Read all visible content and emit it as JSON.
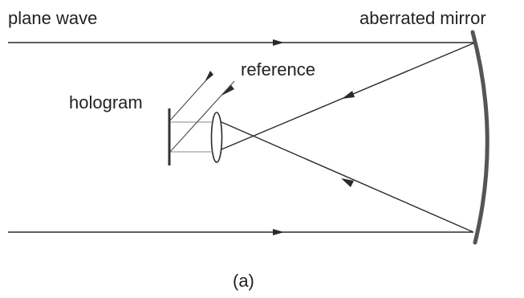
{
  "labels": {
    "plane_wave": "plane wave",
    "aberrated_mirror": "aberrated mirror",
    "reference": "reference",
    "hologram": "hologram",
    "caption": "(a)"
  }
}
